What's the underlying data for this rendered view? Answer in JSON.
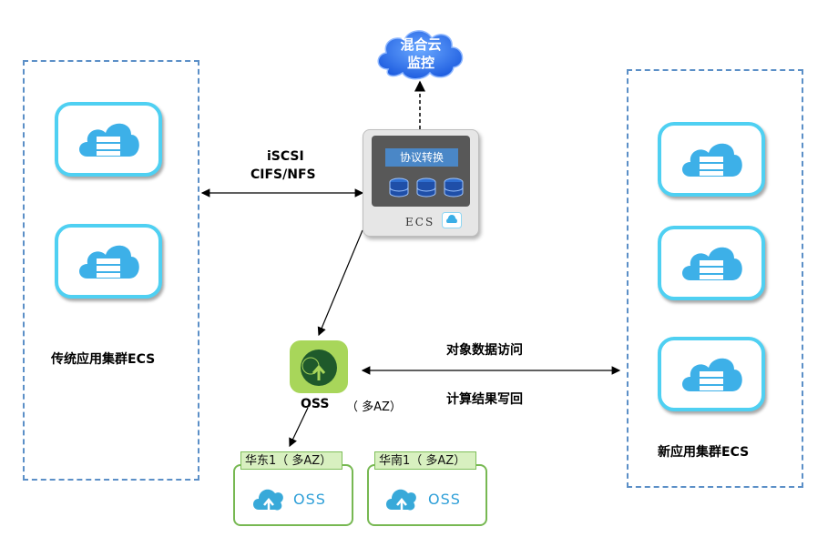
{
  "cloud": {
    "line1": "混合云",
    "line2": "监控"
  },
  "gateway": {
    "title": "协议转换",
    "label": "ECS"
  },
  "protocols": {
    "line1": "iSCSI",
    "line2": "CIFS/NFS"
  },
  "legacy": {
    "label": "传统应用集群ECS"
  },
  "new_cluster": {
    "label": "新应用集群ECS"
  },
  "oss": {
    "label": "OSS",
    "az": "（ 多AZ）"
  },
  "access": {
    "line1": "对象数据访问",
    "line2": "计算结果写回"
  },
  "regions": [
    {
      "tag": "华东1（ 多AZ）",
      "oss": "OSS"
    },
    {
      "tag": "华南1（ 多AZ）",
      "oss": "OSS"
    }
  ],
  "colors": {
    "cloud_blue": "#2f6fe8",
    "ecs_border": "#4fd0f2",
    "oss_green": "#8cc63f",
    "oss_dark": "#1e5b2a",
    "region_border": "#77b852"
  }
}
